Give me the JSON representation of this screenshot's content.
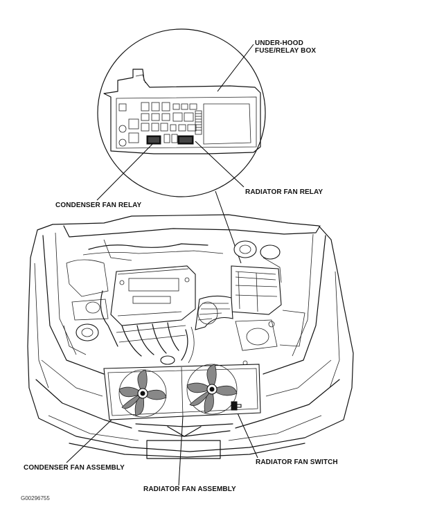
{
  "labels": {
    "under_hood_fuse_box": "UNDER-HOOD\nFUSE/RELAY BOX",
    "under_hood_line1": "UNDER-HOOD",
    "under_hood_line2": "FUSE/RELAY BOX",
    "radiator_fan_relay": "RADIATOR FAN RELAY",
    "condenser_fan_relay": "CONDENSER FAN RELAY",
    "condenser_fan_assembly": "CONDENSER FAN ASSEMBLY",
    "radiator_fan_switch": "RADIATOR FAN SWITCH",
    "radiator_fan_assembly": "RADIATOR FAN ASSEMBLY"
  },
  "figure_code": "G00296755"
}
